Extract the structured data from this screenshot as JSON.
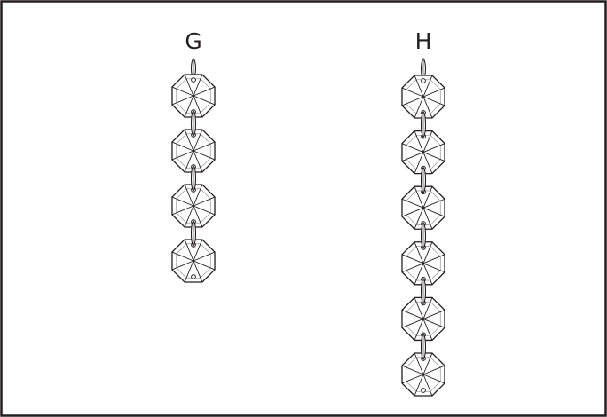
{
  "figure": {
    "line_color": "#231f20",
    "background": "#ffffff",
    "strands": [
      {
        "label": "G",
        "crystal_count": 4
      },
      {
        "label": "H",
        "crystal_count": 6
      }
    ]
  }
}
